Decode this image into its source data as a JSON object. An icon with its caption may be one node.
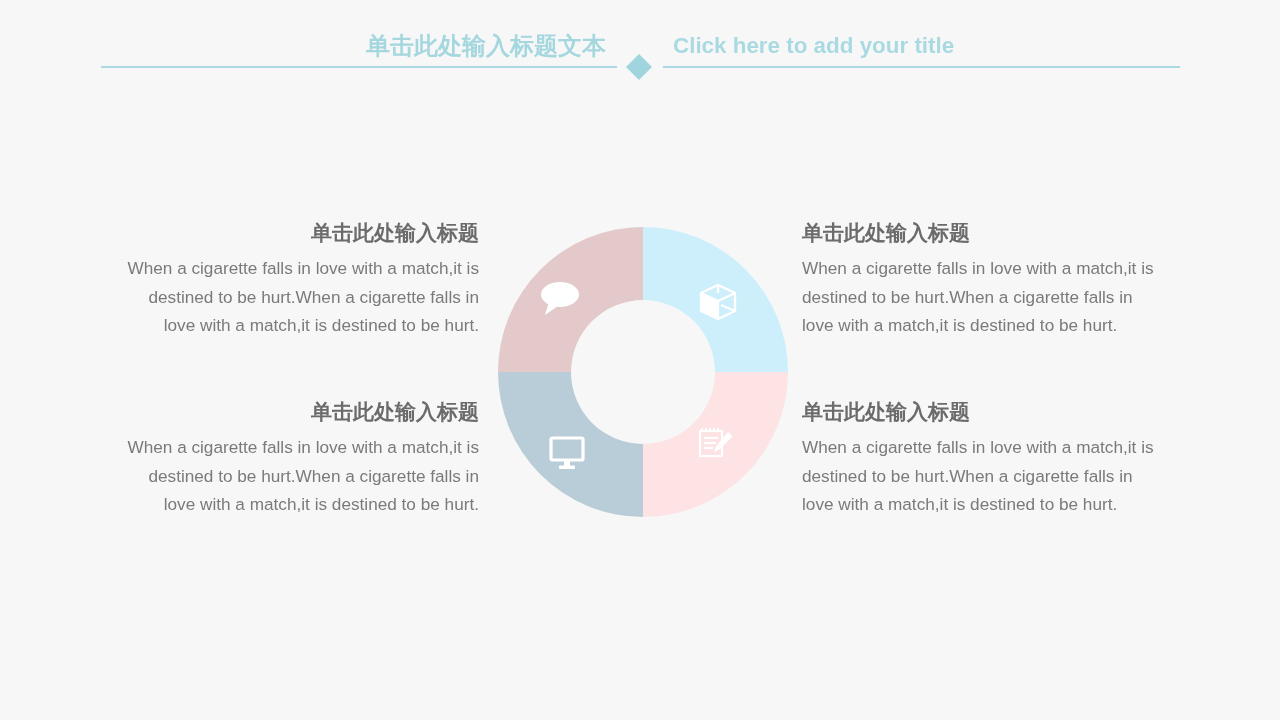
{
  "diagram": {
    "title": "单击此处输入标题文本",
    "nodes": [
      {
        "text": [],
        "shape": "arc",
        "beside": [
          "单击此处输入标题",
          "When a cigarette falls in love with a match,it is destined to be hurt.When a cigarette falls in love with a match,it is destined to be hurt."
        ]
      },
      {
        "text": [],
        "shape": "arc",
        "beside": [
          "单击此处输入标题",
          "When a cigarette falls in love with a match,it is destined to be hurt.When a cigarette falls in love with a match,it is destined to be hurt."
        ]
      },
      {
        "text": [],
        "shape": "arc",
        "beside": [
          "单击此处输入标题",
          "When a cigarette falls in love with a match,it is destined to be hurt.When a cigarette falls in love with a match,it is destined to be hurt."
        ]
      },
      {
        "text": [],
        "shape": "arc",
        "beside": [
          "单击此处输入标题",
          "When a cigarette falls in love with a match,it is destined to be hurt.When a cigarette falls in love with a match,it is destined to be hurt."
        ]
      }
    ],
    "labels": [
      "Click here to add your title"
    ]
  }
}
